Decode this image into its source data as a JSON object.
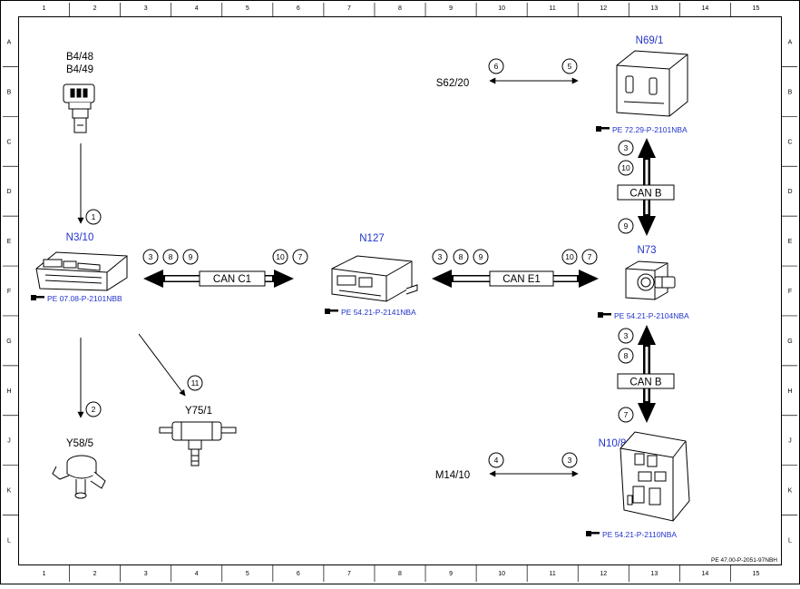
{
  "grid": {
    "columns": [
      "1",
      "2",
      "3",
      "4",
      "5",
      "6",
      "7",
      "8",
      "9",
      "10",
      "11",
      "12",
      "13",
      "14",
      "15"
    ],
    "rows": [
      "A",
      "B",
      "C",
      "D",
      "E",
      "F",
      "G",
      "H",
      "J",
      "K",
      "L"
    ]
  },
  "components": {
    "b4_48": "B4/48",
    "b4_49": "B4/49",
    "n3_10": "N3/10",
    "n3_10_ref": "PE 07.08-P-2101NBB",
    "y58_5": "Y58/5",
    "y75_1": "Y75/1",
    "n127": "N127",
    "n127_ref": "PE 54.21-P-2141NBA",
    "n69_1": "N69/1",
    "n69_1_ref": "PE 72.29-P-2101NBA",
    "n73": "N73",
    "n73_ref": "PE 54.21-P-2104NBA",
    "n10_8": "N10/8",
    "n10_8_ref": "PE 54.21-P-2110NBA",
    "s62_20": "S62/20",
    "m14_10": "M14/10"
  },
  "buses": {
    "can_c1": "CAN C1",
    "can_e1": "CAN E1",
    "can_b_upper": "CAN B",
    "can_b_lower": "CAN B"
  },
  "signals": {
    "b4_to_n3": "1",
    "n3_to_y58": "2",
    "n3_to_y75": "11",
    "c1_left": [
      "3",
      "8",
      "9"
    ],
    "c1_right": [
      "10",
      "7"
    ],
    "e1_left": [
      "3",
      "8",
      "9"
    ],
    "e1_right": [
      "10",
      "7"
    ],
    "canb_up_top": [
      "3",
      "10"
    ],
    "canb_up_bottom": "9",
    "canb_low_top": [
      "3",
      "8"
    ],
    "canb_low_bottom": "7",
    "s62_left": "6",
    "s62_right": "5",
    "m14_left": "4",
    "m14_right": "3"
  },
  "footer_code": "PE 47.00-P-2051-97NBH"
}
